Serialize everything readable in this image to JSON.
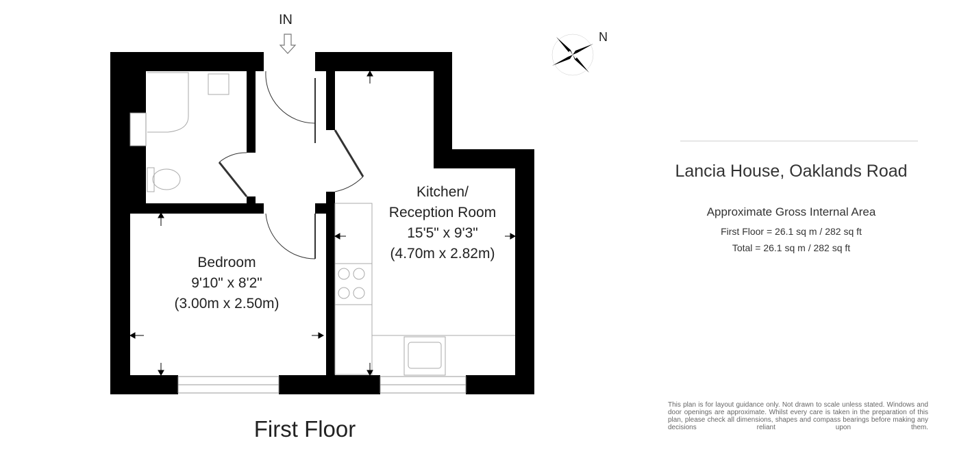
{
  "plan": {
    "entrance_label": "IN",
    "compass_label": "N",
    "floor_label": "First Floor",
    "rooms": [
      {
        "name": "Bedroom",
        "imperial": "9'10\" x 8'2\"",
        "metric": "(3.00m x 2.50m)"
      },
      {
        "name_line1": "Kitchen/",
        "name_line2": "Reception Room",
        "imperial": "15'5\" x 9'3\"",
        "metric": "(4.70m x 2.82m)"
      }
    ]
  },
  "info": {
    "address": "Lancia House, Oaklands Road",
    "area_title": "Approximate Gross Internal Area",
    "first_floor": "First Floor = 26.1 sq m / 282 sq ft",
    "total": "Total = 26.1 sq m / 282 sq ft",
    "disclaimer": "This plan is for layout guidance only. Not drawn to scale unless stated. Windows and door openings are approximate. Whilst every care is taken in the preparation of this plan, please check all dimensions, shapes and compass bearings before making any decisions reliant upon them."
  }
}
